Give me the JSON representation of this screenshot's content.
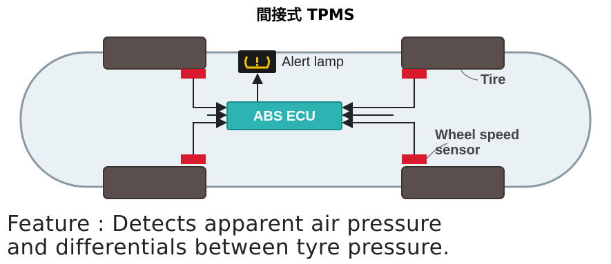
{
  "title": "間接式 TPMS",
  "diagram": {
    "ecu_label": "ABS ECU",
    "alert_label": "Alert lamp",
    "tire_label": "Tire",
    "sensor_label_1": "Wheel speed",
    "sensor_label_2": "sensor",
    "colors": {
      "body_fill": "#e9f1f4",
      "body_stroke": "#8a9aa3",
      "tire": "#5a4f4c",
      "sensor": "#d81a2c",
      "ecu": "#2eb3b3",
      "lamp_bg": "#1a1a1a",
      "lamp_icon": "#f2c200"
    }
  },
  "caption": {
    "line1": "Feature : Detects apparent air pressure",
    "line2": "and differentials between tyre pressure."
  }
}
